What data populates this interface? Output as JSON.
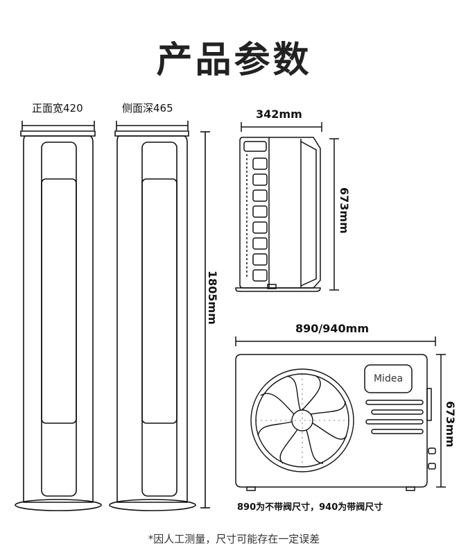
{
  "title": "产品参数",
  "indoor": {
    "front_width_label": "正面宽420",
    "side_depth_label": "侧面深465",
    "height_label": "1805mm"
  },
  "outdoor_side": {
    "width_label": "342mm",
    "height_label": "673mm"
  },
  "outdoor_front": {
    "width_label": "890/940mm",
    "height_label": "673mm",
    "brand": "Midea",
    "note": "890为不带阀尺寸，940为带阀尺寸"
  },
  "footnote": "*因人工测量，尺寸可能存在一定误差"
}
